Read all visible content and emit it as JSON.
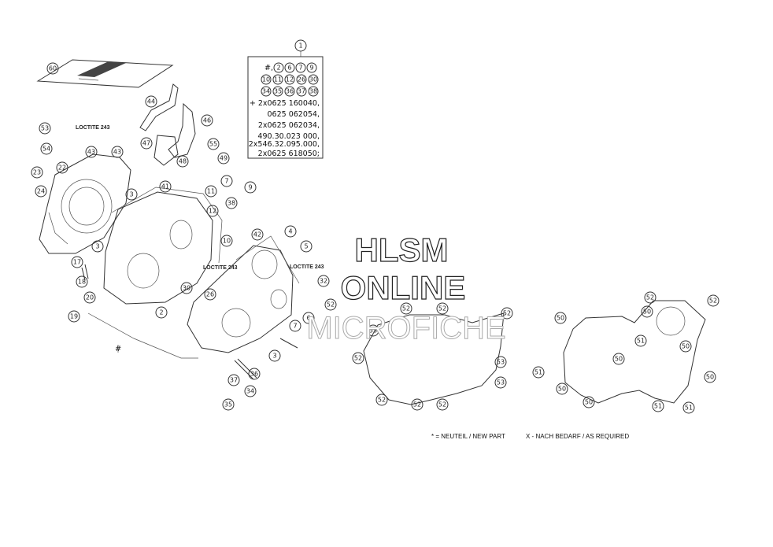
{
  "watermark": {
    "line1": "HLSM",
    "line2": "ONLINE",
    "line3": "MICROFICHE"
  },
  "kit": {
    "callout": "1",
    "prefix": "#,",
    "circled_rows": [
      [
        "2",
        "6",
        "7",
        "9"
      ],
      [
        "10",
        "11",
        "12",
        "26",
        "30"
      ],
      [
        "34",
        "35",
        "36",
        "37",
        "38"
      ]
    ],
    "lines": [
      "+ 2x0625 160040,",
      "0625 062054,",
      "2x0625 062034,",
      "490.30.023 000,",
      "2x546.32.095.000,",
      "2x0625 618050;"
    ]
  },
  "loctite": [
    "LOCTITE 243",
    "LOCTITE 243",
    "LOCTITE 243"
  ],
  "footnotes": {
    "new_part": "* = NEUTEIL / NEW PART",
    "as_required": "X - NACH BEDARF / AS REQUIRED"
  },
  "hash_mark": "#",
  "callouts": {
    "c60": "60",
    "c44": "44",
    "c46": "46",
    "c47": "47",
    "c48": "48",
    "c55": "55",
    "c49": "49",
    "c53": "53",
    "c54": "54",
    "c22": "22",
    "c43": "43",
    "c23": "23",
    "c24": "24",
    "c3a": "3",
    "c41": "41",
    "c7": "7",
    "c9": "9",
    "c11": "11",
    "c38": "38",
    "c12": "12",
    "c10": "10",
    "c3b": "3",
    "c42": "42",
    "c4": "4",
    "c5": "5",
    "c17": "17",
    "c18": "18",
    "c20": "20",
    "c19": "19",
    "c30": "30",
    "c26": "26",
    "c32": "32",
    "c52a": "52",
    "c2": "2",
    "c7b": "7",
    "c6": "6",
    "c3c": "3",
    "c37": "37",
    "c36": "36",
    "c34": "34",
    "c35": "35",
    "g52a": "52",
    "g52b": "52",
    "g52c": "52",
    "g53a": "53",
    "g52d": "52",
    "g53b": "53",
    "g53c": "53",
    "g52e": "52",
    "g52f": "52",
    "g52g": "52",
    "h50a": "50",
    "h52a": "52",
    "h52b": "52",
    "h50b": "50",
    "h51a": "51",
    "h50c": "50",
    "h50d": "50",
    "h51b": "51",
    "h50e": "50",
    "h50f": "50",
    "h51c": "51",
    "h51d": "51",
    "h50g": "50"
  }
}
